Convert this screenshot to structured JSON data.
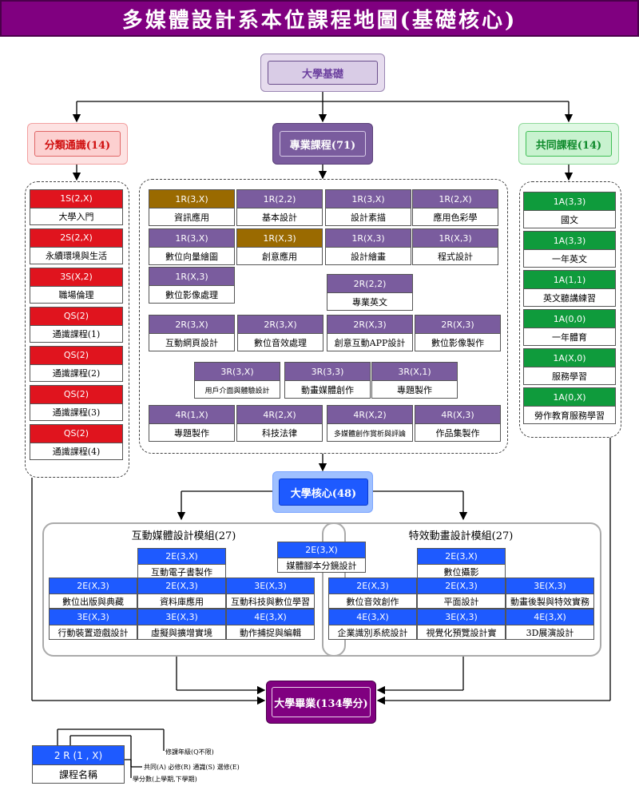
{
  "title": "多媒體設計系本位課程地圖(基礎核心)",
  "nodes": {
    "foundation": "大學基礎",
    "general": "分類通識(14)",
    "professional": "專業課程(71)",
    "common": "共同課程(14)",
    "core": "大學核心(48)",
    "graduation": "大學畢業(134學分)"
  },
  "general_courses": [
    {
      "code": "1S(2,X)",
      "name": "大學入門"
    },
    {
      "code": "2S(2,X)",
      "name": "永續環境與生活"
    },
    {
      "code": "3S(X,2)",
      "name": "職場倫理"
    },
    {
      "code": "QS(2)",
      "name": "通識課程(1)"
    },
    {
      "code": "QS(2)",
      "name": "通識課程(2)"
    },
    {
      "code": "QS(2)",
      "name": "通識課程(3)"
    },
    {
      "code": "QS(2)",
      "name": "通識課程(4)"
    }
  ],
  "common_courses": [
    {
      "code": "1A(3,3)",
      "name": "國文"
    },
    {
      "code": "1A(3,3)",
      "name": "一年英文"
    },
    {
      "code": "1A(1,1)",
      "name": "英文聽講練習"
    },
    {
      "code": "1A(0,0)",
      "name": "一年體育"
    },
    {
      "code": "1A(X,0)",
      "name": "服務學習"
    },
    {
      "code": "1A(0,X)",
      "name": "勞作教育服務學習"
    }
  ],
  "professional_courses": [
    {
      "code": "1R(3,X)",
      "name": "資訊應用"
    },
    {
      "code": "1R(2,2)",
      "name": "基本設計"
    },
    {
      "code": "1R(3,X)",
      "name": "設計素描"
    },
    {
      "code": "1R(2,X)",
      "name": "應用色彩學"
    },
    {
      "code": "1R(3,X)",
      "name": "數位向量繪圖"
    },
    {
      "code": "1R(X,3)",
      "name": "創意應用"
    },
    {
      "code": "1R(X,3)",
      "name": "設計繪畫"
    },
    {
      "code": "1R(X,3)",
      "name": "程式設計"
    },
    {
      "code": "1R(X,3)",
      "name": "數位影像處理"
    },
    {
      "code": "2R(2,2)",
      "name": "專業英文"
    },
    {
      "code": "2R(3,X)",
      "name": "互動網頁設計"
    },
    {
      "code": "2R(3,X)",
      "name": "數位音效處理"
    },
    {
      "code": "2R(X,3)",
      "name": "創意互動APP設計"
    },
    {
      "code": "2R(X,3)",
      "name": "數位影像製作"
    },
    {
      "code": "3R(3,X)",
      "name": "用戶介面與體驗設計"
    },
    {
      "code": "3R(3,3)",
      "name": "動畫媒體創作"
    },
    {
      "code": "3R(X,1)",
      "name": "專題製作"
    },
    {
      "code": "4R(1,X)",
      "name": "專題製作"
    },
    {
      "code": "4R(2,X)",
      "name": "科技法律"
    },
    {
      "code": "4R(X,2)",
      "name": "多媒體創作賞析與評論"
    },
    {
      "code": "4R(X,3)",
      "name": "作品集製作"
    }
  ],
  "modules": {
    "interactive": "互動媒體設計模組(27)",
    "animation": "特效動畫設計模組(27)"
  },
  "module_courses": [
    {
      "code": "2E(3,X)",
      "name": "互動電子書製作"
    },
    {
      "code": "2E(3,X)",
      "name": "媒體腳本分鏡設計"
    },
    {
      "code": "2E(3,X)",
      "name": "數位攝影"
    },
    {
      "code": "2E(X,3)",
      "name": "數位出版與典藏"
    },
    {
      "code": "2E(X,3)",
      "name": "資料庫應用"
    },
    {
      "code": "3E(X,3)",
      "name": "互動科技與數位學習"
    },
    {
      "code": "2E(X,3)",
      "name": "數位音效創作"
    },
    {
      "code": "2E(X,3)",
      "name": "平面設計"
    },
    {
      "code": "3E(X,3)",
      "name": "動畫後製與特效實務"
    },
    {
      "code": "3E(X,3)",
      "name": "行動裝置遊戲設計"
    },
    {
      "code": "3E(X,3)",
      "name": "虛擬與擴增實境"
    },
    {
      "code": "4E(3,X)",
      "name": "動作捕捉與編輯"
    },
    {
      "code": "4E(3,X)",
      "name": "企業識別系統設計"
    },
    {
      "code": "3E(X,3)",
      "name": "視覺化預覽設計實"
    },
    {
      "code": "4E(3,X)",
      "name": "3D展演設計"
    }
  ],
  "legend": {
    "code": "2 R (1 , X)",
    "name": "課程名稱",
    "year_note": "修課年級(Q不限)",
    "type_note": "共同(A) 必修(R) 通識(S) 選修(E)",
    "credit_note": "學分數(上學期,下學期)"
  },
  "colors": {
    "title_bg": "#800080",
    "general": "#e0141e",
    "professional": "#7a5c9e",
    "professional_highlight": "#9a6a00",
    "elective": "#1e5aff",
    "common": "#0f9b3c",
    "graduation": "#800080"
  }
}
